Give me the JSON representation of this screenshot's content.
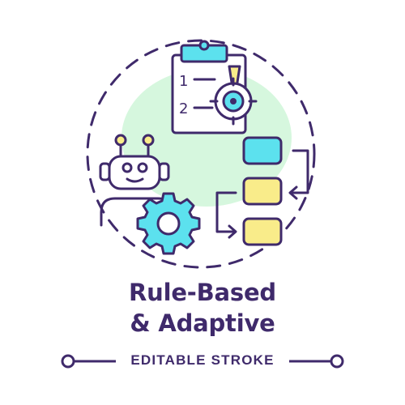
{
  "title": {
    "line1": "Rule-Based",
    "line2": "& Adaptive"
  },
  "footer": {
    "label": "EDITABLE STROKE"
  },
  "clipboard": {
    "item1": "1",
    "item2": "2"
  },
  "icons": [
    "clipboard-icon",
    "exclamation-icon",
    "target-icon",
    "robot-icon",
    "gear-icon",
    "flow-blocks-icon"
  ],
  "colors": {
    "stroke": "#3f2a6b",
    "cyan": "#5ce1ee",
    "yellow": "#f9ec8a",
    "mint": "#d6f7de",
    "robot_antenna": "#f9ec8a"
  }
}
